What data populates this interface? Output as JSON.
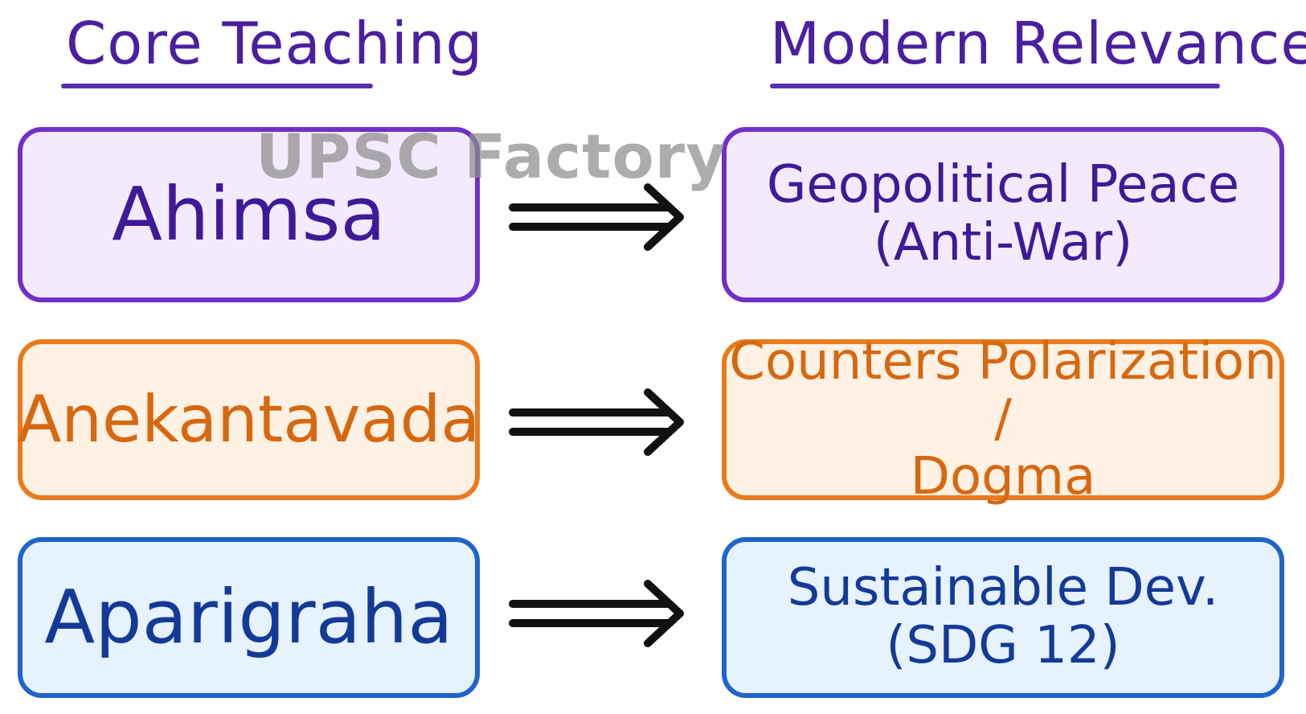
{
  "headers": {
    "left": "Core Teaching",
    "right": "Modern Relevance"
  },
  "watermark": "UPSC Factory",
  "rows": [
    {
      "teaching": "Ahimsa",
      "relevance_line1": "Geopolitical Peace",
      "relevance_line2": "(Anti-War)",
      "color": "#7030c8"
    },
    {
      "teaching": "Anekantavada",
      "relevance_line1": "Counters Polarization /",
      "relevance_line2": "Dogma",
      "color": "#ea7a1c"
    },
    {
      "teaching": "Aparigraha",
      "relevance_line1": "Sustainable Dev.",
      "relevance_line2": "(SDG 12)",
      "color": "#1f64c8"
    }
  ],
  "colors": {
    "header": "#4a1fa0",
    "arrow": "#111111",
    "purple": "#7030c8",
    "orange": "#ea7a1c",
    "blue": "#1f64c8"
  },
  "icons": {
    "connector": "double-arrow-right-icon"
  }
}
